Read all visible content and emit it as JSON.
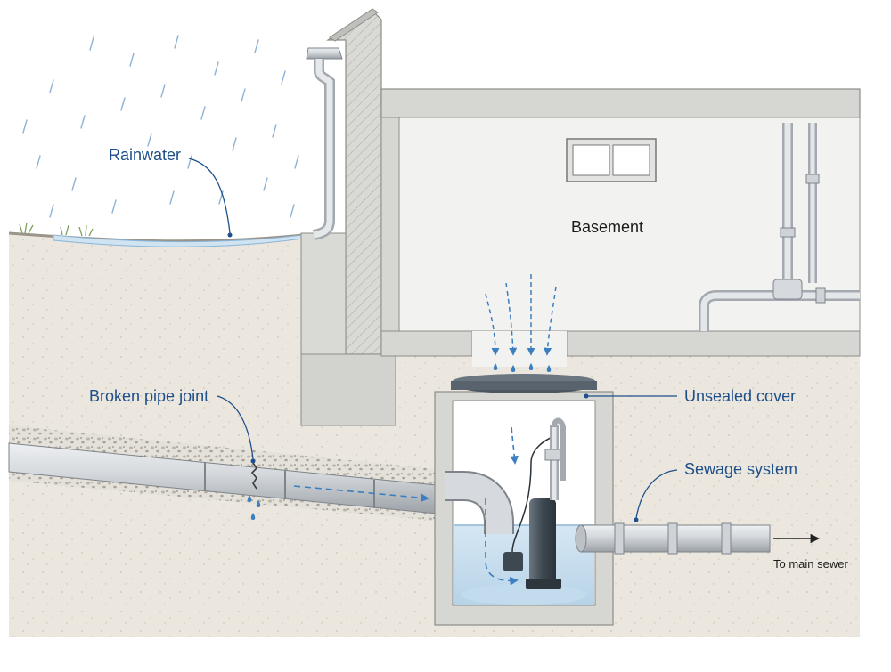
{
  "labels": {
    "rainwater": "Rainwater",
    "basement": "Basement",
    "broken_joint": "Broken pipe joint",
    "unsealed_cover": "Unsealed cover",
    "sewage_system": "Sewage system",
    "to_main_sewer": "To main sewer"
  },
  "colors": {
    "label_blue": "#1f4f8a",
    "water": "#cfe3f1",
    "water_arrow": "#3b7fc0",
    "soil": "#ebe7de",
    "concrete": "#d6d6d2",
    "pipe": "#c9cdd1",
    "pump": "#4a5560"
  }
}
